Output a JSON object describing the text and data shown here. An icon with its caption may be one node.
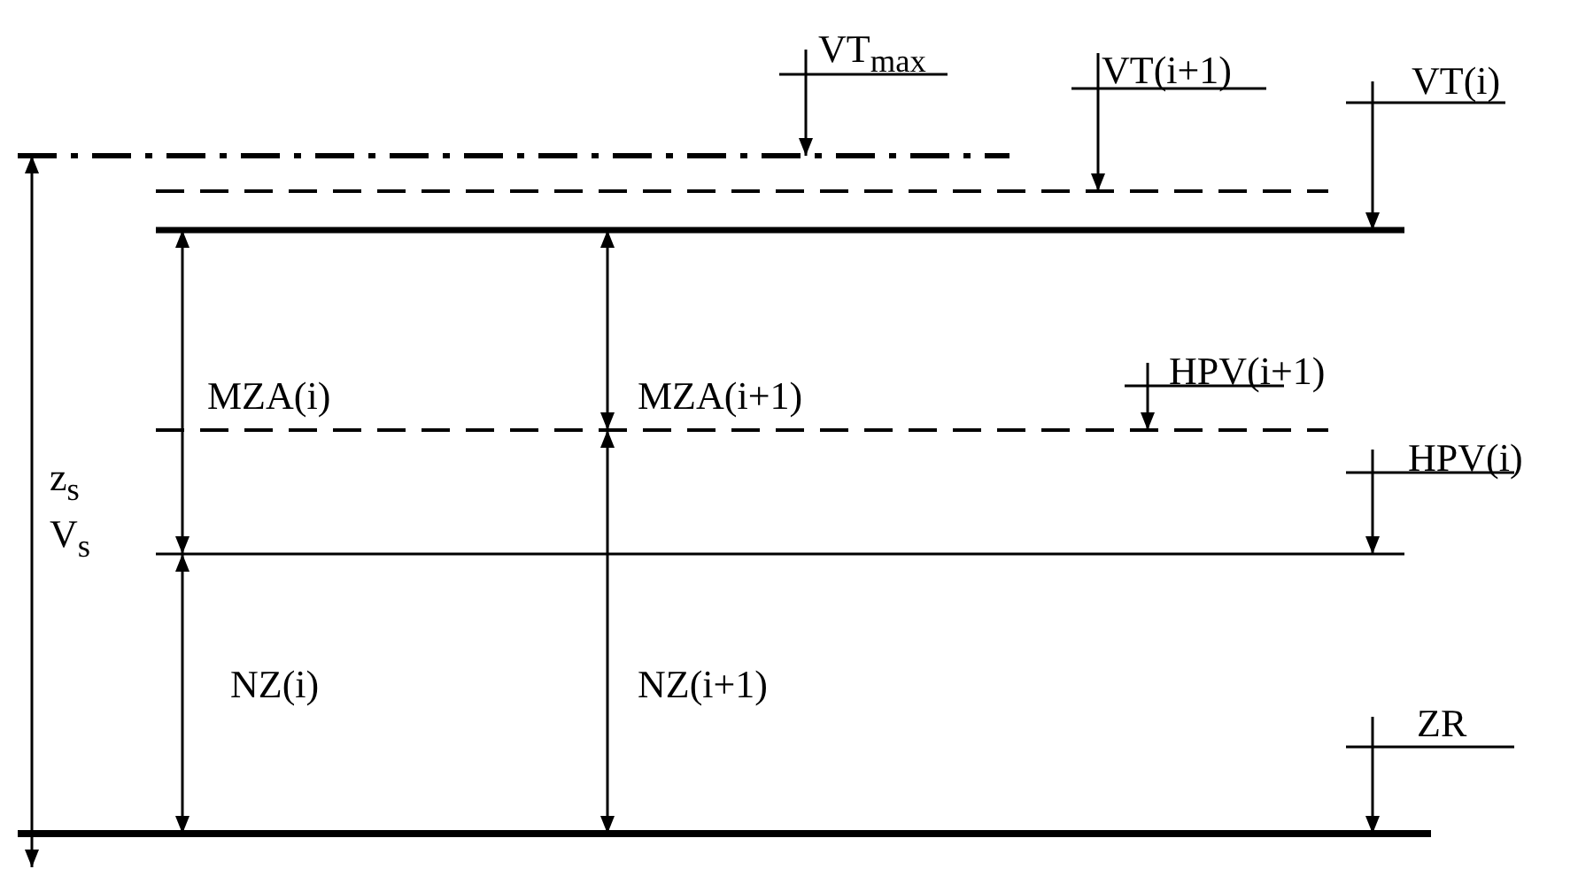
{
  "diagram": {
    "labels": [
      "VT$_{max}$",
      "VT(i+1)",
      "VT(i)",
      "HPV(i+1)",
      "MZA(i)",
      "MZA(i+1)",
      "HPV(i)",
      "z$_{s}$",
      "V$_{s}$",
      "NZ(i)",
      "NZ(i+1)",
      "ZR"
    ]
  }
}
